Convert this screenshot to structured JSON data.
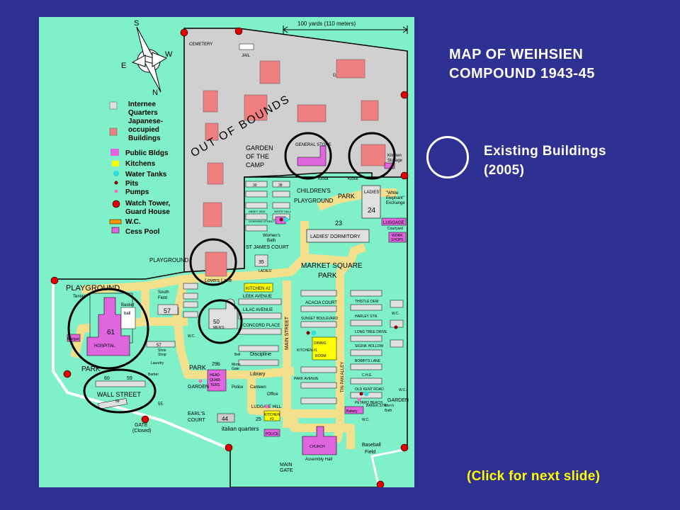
{
  "slide": {
    "title_line1": "MAP OF WEIHSIEN",
    "title_line2": "COMPOUND 1943-45",
    "existing_line1": "Existing Buildings",
    "existing_line2": "(2005)",
    "next_label": "(Click for next slide)"
  },
  "colors": {
    "background": "#2e3192",
    "ground": "#7ff0c8",
    "out_of_bounds": "#d0d0d0",
    "japanese_buildings": "#f08080",
    "public_buildings": "#e066e0",
    "paths": "#f4e08c",
    "kitchens": "#ffff00",
    "next_text": "#ffff00"
  },
  "map": {
    "compass": {
      "n": "N",
      "s": "S",
      "e": "E",
      "w": "W"
    },
    "scale": "100 yards (110 meters)",
    "legend": {
      "internee_1": "Internee",
      "internee_2": "Quarters",
      "japanese_1": "Japanese-",
      "japanese_2": "occupied",
      "japanese_3": "Buildings",
      "public": "Public Bldgs",
      "kitchens": "Kitchens",
      "water": "Water Tanks",
      "pits": "Pits",
      "pumps": "Pumps",
      "tower_1": "Watch Tower,",
      "tower_2": "Guard House",
      "wc": "W.C.",
      "cess": "Cess Pool"
    },
    "labels": {
      "cemetery": "CEMETERY",
      "jail": "JAIL",
      "garage": "GARAGE",
      "out_of_bounds": "OUT OF BOUNDS",
      "garden_1": "GARDEN",
      "garden_2": "OF THE",
      "garden_3": "CAMP",
      "general_store": "GENERAL STORE",
      "kitchen_storage_1": "Kitchen",
      "kitchen_storage_2": "Storage",
      "kiosk": "Kiosk",
      "childrens_1": "CHILDREN'S",
      "childrens_2": "PLAYGROUND",
      "park": "PARK",
      "ladies": "LADIES'",
      "b24": "24",
      "white_elephant_1": "\"White",
      "white_elephant_2": "Elephant\"",
      "white_elephant_3": "Exchange",
      "b23": "23",
      "ladies_dormitory": "LADIES' DORMITORY",
      "luggage": "LUGGAGE",
      "courtyard": "Courtyard",
      "work_shops_1": "WORK",
      "work_shops_2": "SHOPS",
      "b39": "39",
      "b38": "38",
      "b35": "35",
      "abbey_side": "ABBEY SIDE",
      "white_hall": "WHITE HALL",
      "downing": "DOWNING STREET",
      "womens_bath_1": "Women's",
      "womens_bath_2": "Bath",
      "st_james": "ST JAMES COURT",
      "market_square": "MARKET SQUARE",
      "market_park": "PARK",
      "playground_top": "PLAYGROUND",
      "playground_left": "PLAYGROUND",
      "lovers_lane": "Lovers Lane",
      "kitchen2": "KITCHEN #2",
      "leek_avenue": "LEEK AVENUE",
      "lilac_avenue": "LILAC AVENUE",
      "concord_place": "CONCORD PLACE",
      "acacia_court": "ACACIA COURT",
      "sunset_blvd": "SUNSET BOULEVARD",
      "thistle_dew": "THISTLE DEW",
      "harley_st": "HARLEY STR.",
      "long_tree": "LONG TREE DRIVE",
      "skunk_hollow": "SKUNK HOLLOW",
      "bobbys_lane": "BOBBY'S LANE",
      "che": "C.H.E.",
      "old_kent": "OLD KENT ROAD",
      "petaho": "PETAHO BEACH",
      "main_street": "MAIN STREET",
      "tin_pan_alley": "TIN PAN ALLEY",
      "dining_1": "DINING",
      "dining_2": "ROOM",
      "kitchen1": "KITCHEN #1",
      "park_avenue": "PARK AVENUE",
      "south_field_1": "South",
      "south_field_2": "Field",
      "b57": "57",
      "b50": "50",
      "mens": "MEN'S",
      "basketball_1": "Basket",
      "basketball_2": "ball",
      "b61": "61",
      "hospital": "HOSPITAL",
      "morgue": "Morgue",
      "tennis": "Tennis",
      "shoe_shop_1": "Shoe",
      "shoe_shop_2": "Shop",
      "laundry": "Laundry",
      "barber": "Barber",
      "park_lower": "PARK",
      "hq_1": "HEAD-",
      "hq_2": "QUAR-",
      "hq_3": "TERS",
      "b29b": "29b",
      "bell": "Bell",
      "moon_gate_1": "Moon",
      "moon_gate_2": "Gate",
      "discipline": "Discipline",
      "library": "Library",
      "police1": "Police",
      "canteen": "Canteen",
      "office": "Office",
      "park_lower_left": "PARK",
      "b60": "60",
      "b59": "59",
      "wall_street": "WALL STREET",
      "b58": "58",
      "garden_lower": "GARDEN",
      "b55": "55",
      "earls_1": "EARL'S",
      "earls_2": "COURT",
      "b44": "44",
      "italian": "italian quarters",
      "ludgate": "LUDGATE HILL",
      "kitchen3_1": "KITCHEN",
      "kitchen3_2": "#3",
      "b25": "25",
      "police2": "POLICE",
      "gate_1": "GATE",
      "gate_2": "(Closed)",
      "church": "CHURCH",
      "assembly": "Assembly Hall",
      "baseball_1": "Baseball",
      "baseball_2": "Field",
      "main_gate_1": "MAIN",
      "main_gate_2": "GATE",
      "bakery": "Bakery",
      "baker_st": "BAKER STR.",
      "mens_bath_1": "Men's",
      "mens_bath_2": "Bath",
      "garden_right": "GARDEN",
      "wc": "W.C."
    }
  }
}
